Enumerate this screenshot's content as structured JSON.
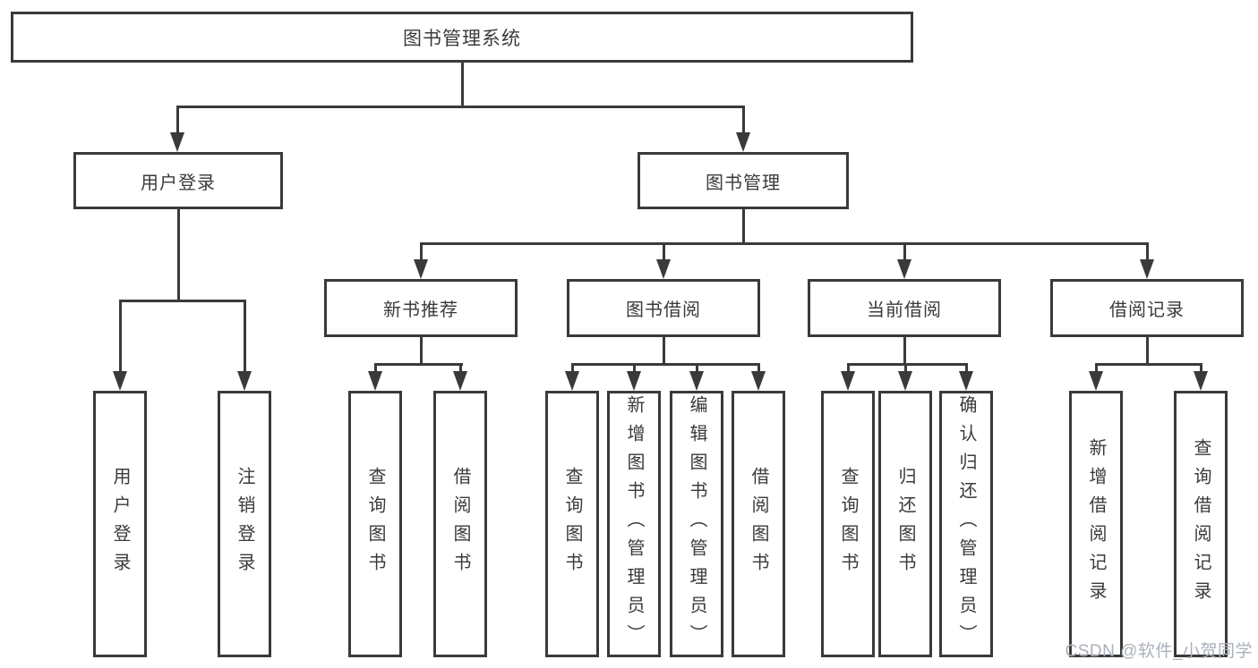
{
  "title": "图书管理系统",
  "colors": {
    "line": "#3a3a3a",
    "box_border": "#3a3a3a",
    "box_fill": "#ffffff",
    "text": "#3a3a3a",
    "watermark": "#aab0ba",
    "background": "#ffffff"
  },
  "tree": {
    "root": {
      "label": "图书管理系统",
      "children": [
        {
          "label": "用户登录",
          "children": [
            {
              "label": "用户登录"
            },
            {
              "label": "注销登录"
            }
          ]
        },
        {
          "label": "图书管理",
          "children": [
            {
              "label": "新书推荐",
              "children": [
                {
                  "label": "查询图书"
                },
                {
                  "label": "借阅图书"
                }
              ]
            },
            {
              "label": "图书借阅",
              "children": [
                {
                  "label": "查询图书"
                },
                {
                  "label": "新增图书（管理员）"
                },
                {
                  "label": "编辑图书（管理员）"
                },
                {
                  "label": "借阅图书"
                }
              ]
            },
            {
              "label": "当前借阅",
              "children": [
                {
                  "label": "查询图书"
                },
                {
                  "label": "归还图书"
                },
                {
                  "label": "确认归还（管理员）"
                }
              ]
            },
            {
              "label": "借阅记录",
              "children": [
                {
                  "label": "新增借阅记录"
                },
                {
                  "label": "查询借阅记录"
                }
              ]
            }
          ]
        }
      ]
    }
  },
  "watermark": "CSDN @软件_小贺同学"
}
